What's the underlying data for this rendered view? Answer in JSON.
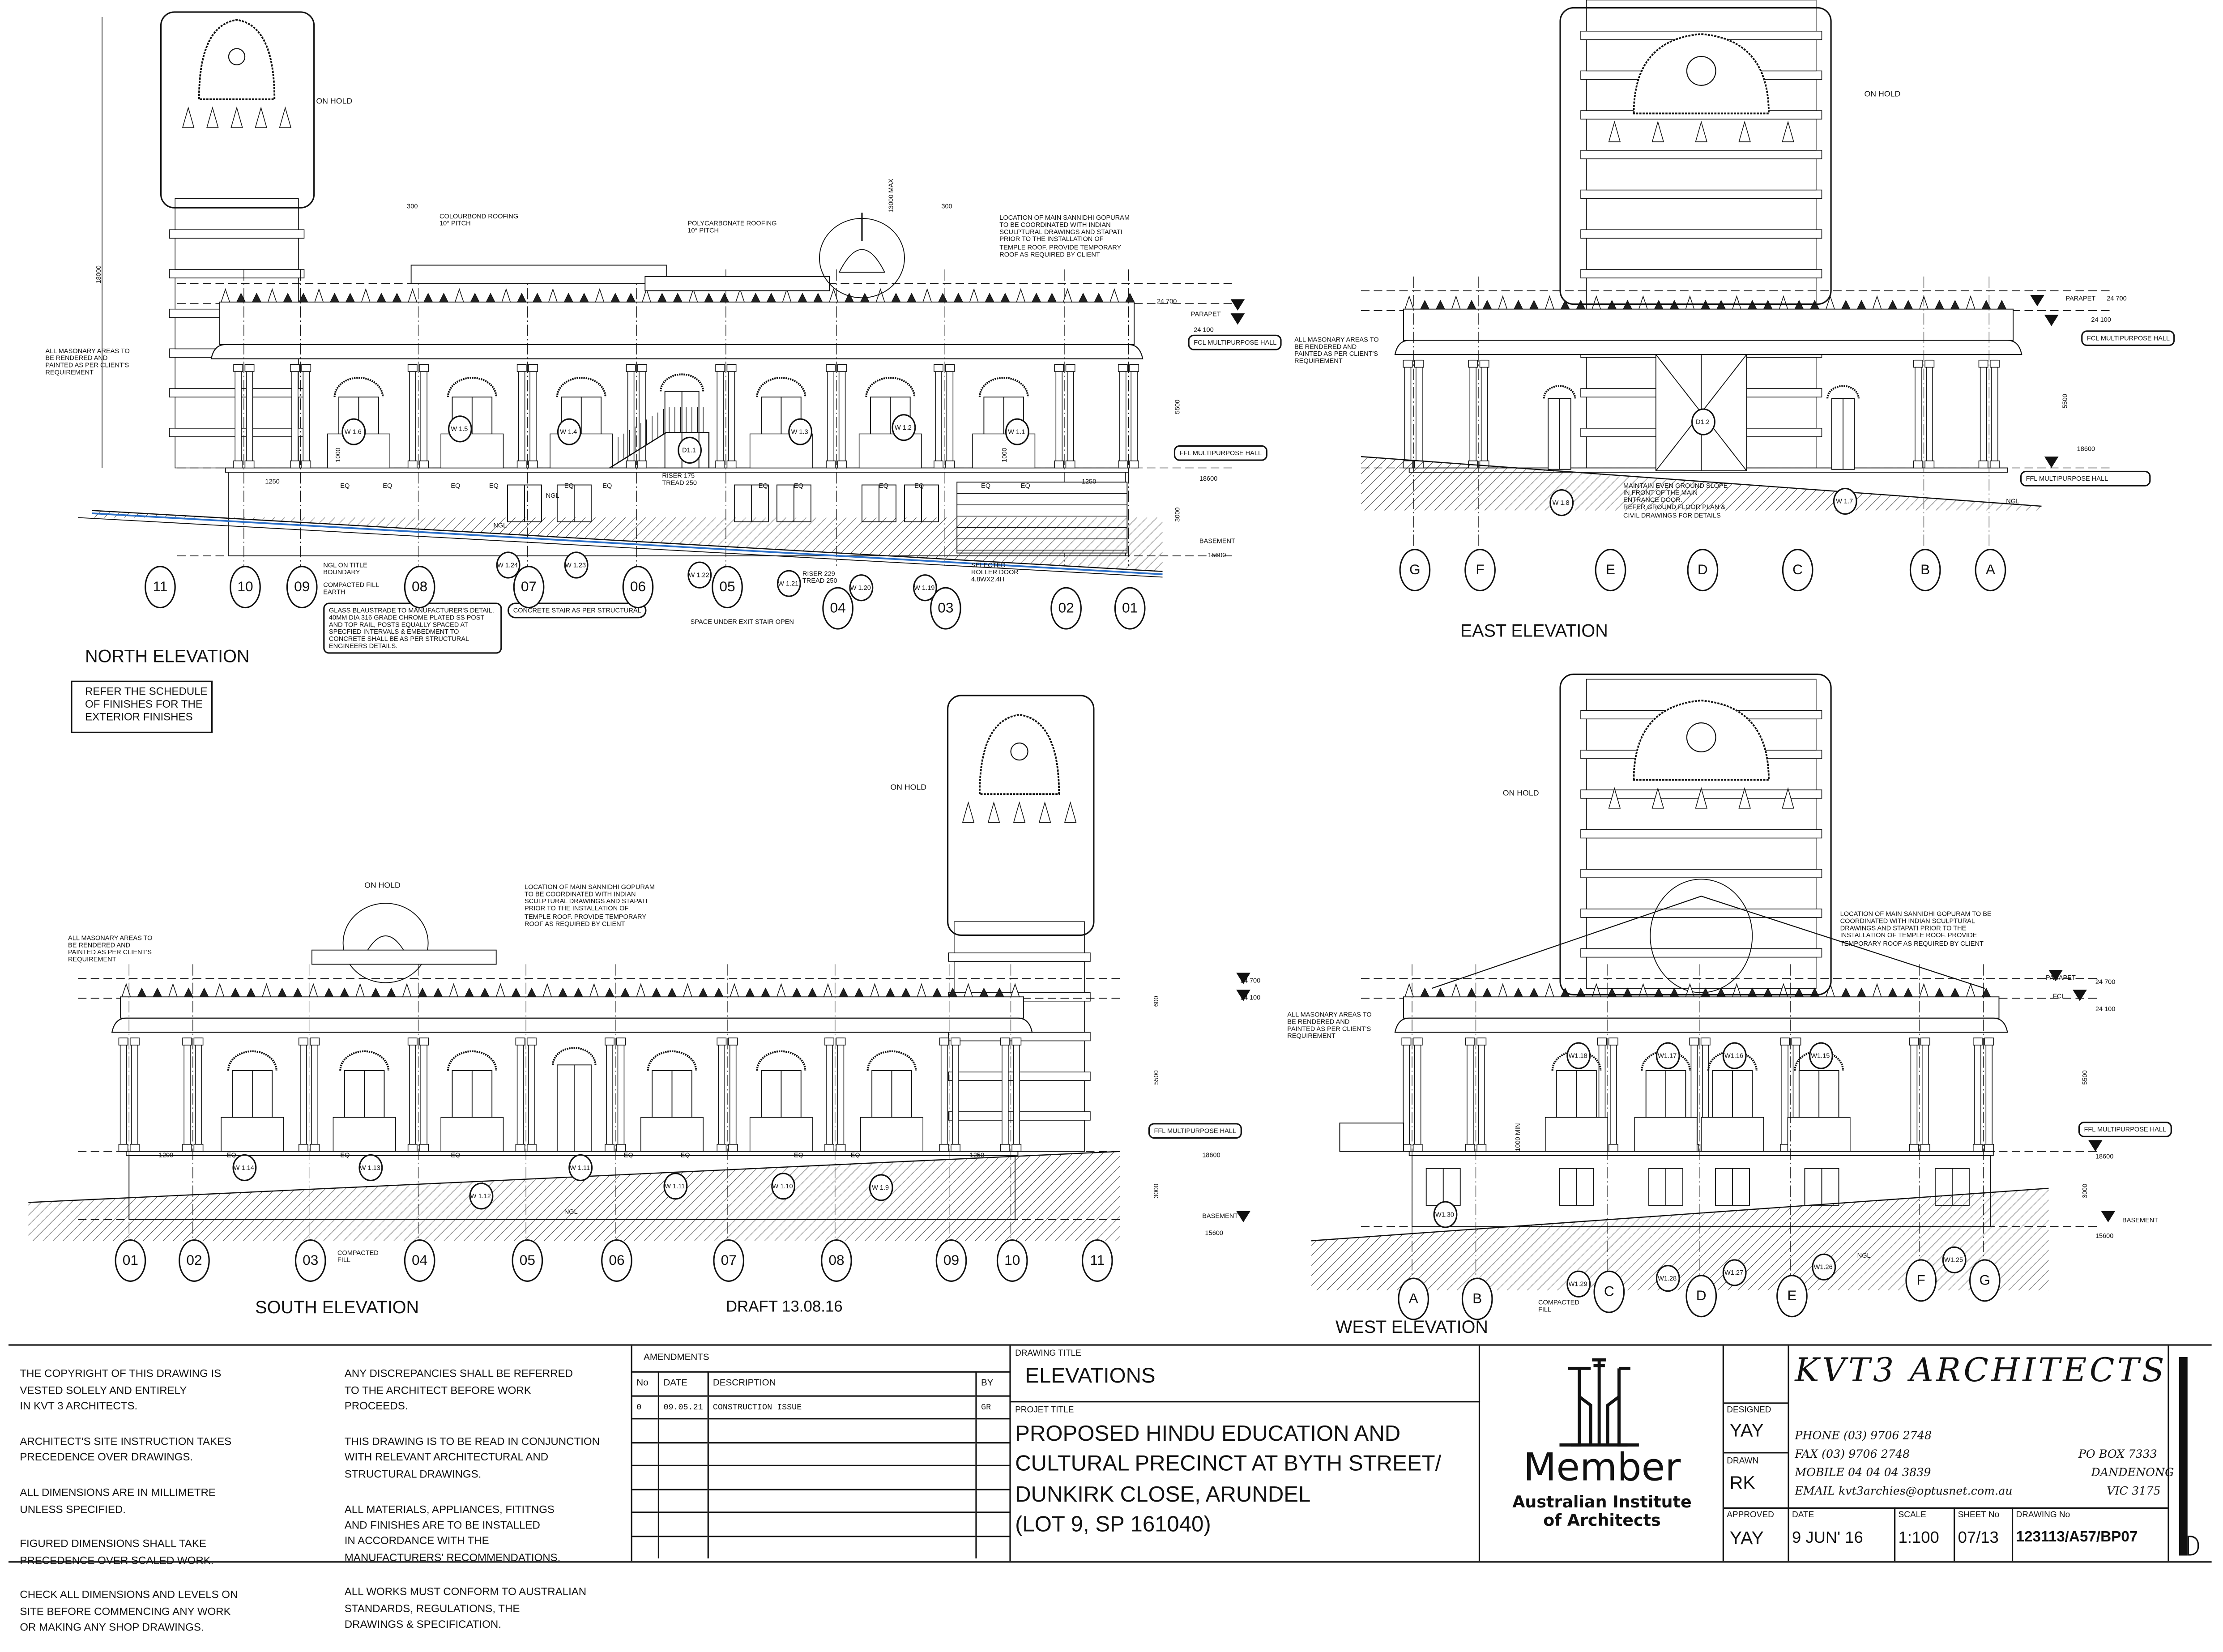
{
  "levels": {
    "parapet": "PARAPET",
    "fcl": "FCL",
    "parapet_level": "24 700",
    "fcl_level": "24 100",
    "fcl_hall": "FCL\nMULTIPURPOSE\nHALL",
    "ffl_hall": "FFL MULTIPURPOSE HALL",
    "ffl_level": "18600",
    "basement": "BASEMENT",
    "basement_level": "15600",
    "h600": "600",
    "h5500": "5500",
    "h3000": "3000",
    "ngl": "NGL",
    "eq": "EQ",
    "h1000": "1000",
    "h1000min": "1000 MIN"
  },
  "common": {
    "on_hold": "ON HOLD",
    "masonry_note": "ALL MASONARY AREAS TO\nBE RENDERED AND\nPAINTED AS PER CLIENT'S\nREQUIREMENT",
    "gopuram_note": "LOCATION OF MAIN SANNIDHI GOPURAM\nTO BE COORDINATED WITH INDIAN\nSCULPTURAL DRAWINGS AND STAPATI\nPRIOR TO THE INSTALLATION OF\nTEMPLE ROOF. PROVIDE TEMPORARY\nROOF AS REQUIRED BY CLIENT",
    "gopuram_note_wide": "LOCATION OF MAIN SANNIDHI GOPURAM TO BE\nCOORDINATED WITH INDIAN SCULPTURAL\nDRAWINGS AND STAPATI PRIOR TO THE\nINSTALLATION OF TEMPLE ROOF. PROVIDE\nTEMPORARY ROOF AS REQUIRED BY CLIENT",
    "compacted_fill": "COMPACTED\nFILL"
  },
  "north": {
    "title": "NORTH ELEVATION",
    "grid": [
      "11",
      "10",
      "09",
      "08",
      "07",
      "06",
      "05",
      "04",
      "03",
      "02",
      "01"
    ],
    "windows": [
      "W 1.6",
      "W 1.5",
      "W 1.4",
      "W 1.3",
      "W 1.2",
      "W 1.1"
    ],
    "lower_windows": [
      "W 1.24",
      "W 1.23",
      "W 1.22",
      "W 1.21",
      "W 1.20",
      "W 1.19"
    ],
    "door": "D1.1",
    "dim_300": "300",
    "dim_18000": "18000",
    "dim_13000": "13000 MAX",
    "dim_1250": "1250",
    "colourbond": "COLOURBOND ROOFING\n10° PITCH",
    "polycarbonate": "POLYCARBONATE ROOFING\n10° PITCH",
    "ngl_title": "NGL ON TITLE\nBOUNDARY",
    "fill": "COMPACTED FILL\nEARTH",
    "glass": "GLASS BLAUSTRADE TO\nMANUFACTURER'S DETAIL.\n40MM DIA 316 GRADE CHROME PLATED SS\nPOST AND TOP RAIL, POSTS EQUALLY\nSPACED AT SPECFIED INTERVALS &\nEMBEDMENT TO CONCRETE  SHALL BE AS\nPER STRUCTURAL ENGINEERS DETAILS.",
    "stair": "CONCRETE STAIR AS PER\nSTRUCTURAL",
    "riser1": "RISER 175\nTREAD 250",
    "riser2": "RISER 229\nTREAD 250",
    "space": "SPACE UNDER EXIT STAIR OPEN",
    "roller": "SELECTED\nROLLER DOOR\n4.8WX2.4H",
    "finishes": "REFER THE SCHEDULE\nOF FINISHES FOR THE\nEXTERIOR FINISHES"
  },
  "east": {
    "title": "EAST ELEVATION",
    "grid": [
      "G",
      "F",
      "E",
      "D",
      "C",
      "B",
      "A"
    ],
    "windows": [
      "W 1.8",
      "W 1.7"
    ],
    "door": "D1.2",
    "ground_note": "MAINTAIN EVEN GROUND SLOPE\nIN FRONT OF THE MAIN\nENTRANCE DOOR.\nREFER GROUND FLOOR PLAN &\nCIVIL DRAWINGS FOR DETAILS"
  },
  "south": {
    "title": "SOUTH ELEVATION",
    "draft": "DRAFT 13.08.16",
    "grid": [
      "01",
      "02",
      "03",
      "04",
      "05",
      "06",
      "07",
      "08",
      "09",
      "10",
      "11"
    ],
    "windows": [
      "W 1.14",
      "W 1.13",
      "W 1.12",
      "W 1.11",
      "W 1.11",
      "W 1.10",
      "W 1.9"
    ],
    "dim_1200": "1200",
    "dim_1250": "1250"
  },
  "west": {
    "title": "WEST  ELEVATION",
    "grid": [
      "A",
      "B",
      "C",
      "D",
      "E",
      "F",
      "G"
    ],
    "upper_windows": [
      "W1.18",
      "W1.17",
      "W1.16",
      "W1.15"
    ],
    "lower_windows": [
      "W1.30",
      "W1.29",
      "W1.28",
      "W1.27",
      "W1.26",
      "W1.25"
    ]
  },
  "title_block": {
    "notes_left": [
      "THE COPYRIGHT OF THIS DRAWING IS\n        VESTED SOLELY AND ENTIRELY\n        IN KVT 3 ARCHITECTS.",
      "ARCHITECT'S SITE INSTRUCTION TAKES\n        PRECEDENCE OVER DRAWINGS.",
      "ALL DIMENSIONS ARE IN MILLIMETRE\n        UNLESS SPECIFIED.",
      "FIGURED DIMENSIONS SHALL TAKE\n        PRECEDENCE OVER SCALED WORK.",
      "CHECK ALL DIMENSIONS AND LEVELS ON\n        SITE BEFORE COMMENCING ANY WORK\n        OR MAKING ANY SHOP DRAWINGS."
    ],
    "notes_right": [
      "ANY DISCREPANCIES SHALL BE REFERRED\n        TO THE ARCHITECT BEFORE WORK\n        PROCEEDS.",
      "THIS DRAWING IS TO BE READ IN CONJUNCTION\n        WITH RELEVANT ARCHITECTURAL AND\n        STRUCTURAL DRAWINGS.",
      "ALL MATERIALS, APPLIANCES, FITITNGS\n        AND FINISHES ARE TO BE INSTALLED\n        IN ACCORDANCE WITH THE\n        MANUFACTURERS' RECOMMENDATIONS.",
      "ALL WORKS MUST CONFORM TO AUSTRALIAN\n        STANDARDS, REGULATIONS, THE\n        DRAWINGS & SPECIFICATION."
    ],
    "amendments": {
      "heading": "AMENDMENTS",
      "columns": [
        "No",
        "DATE",
        "DESCRIPTION",
        "BY"
      ],
      "rows": [
        [
          "0",
          "09.05.21",
          "CONSTRUCTION ISSUE",
          "GR"
        ]
      ]
    },
    "drawing_title_label": "DRAWING TITLE",
    "drawing_title": "ELEVATIONS",
    "project_title_label": "PROJET TITLE",
    "project_title": "PROPOSED HINDU EDUCATION AND\nCULTURAL PRECINCT AT BYTH STREET/\nDUNKIRK CLOSE, ARUNDEL\n(LOT 9, SP 161040)",
    "aia": {
      "member": "Member",
      "institute": "Australian Institute\nof Architects"
    },
    "firm": {
      "name": "KVT3  ARCHITECTS",
      "phone": "PHONE  (03) 9706 2748",
      "fax": "FAX  (03) 9706 2748",
      "mobile": "MOBILE 04 04 04 3839",
      "email": "EMAIL  kvt3archies@optusnet.com.au",
      "pobox": "PO BOX 7333",
      "suburb": "DANDENONG",
      "state": "VIC 3175"
    },
    "designed_label": "DESIGNED",
    "designed": "YAY",
    "drawn_label": "DRAWN",
    "drawn": "RK",
    "approved_label": "APPROVED",
    "approved": "YAY",
    "date_label": "DATE",
    "date": "9 JUN' 16",
    "scale_label": "SCALE",
    "scale": "1:100",
    "sheet_label": "SHEET No",
    "sheet": "07/13",
    "drawing_no_label": "DRAWING No",
    "drawing_no": "123113/A57/BP07"
  },
  "colors": {
    "ink": "#111111",
    "ground_line": "#2a6fc9"
  }
}
